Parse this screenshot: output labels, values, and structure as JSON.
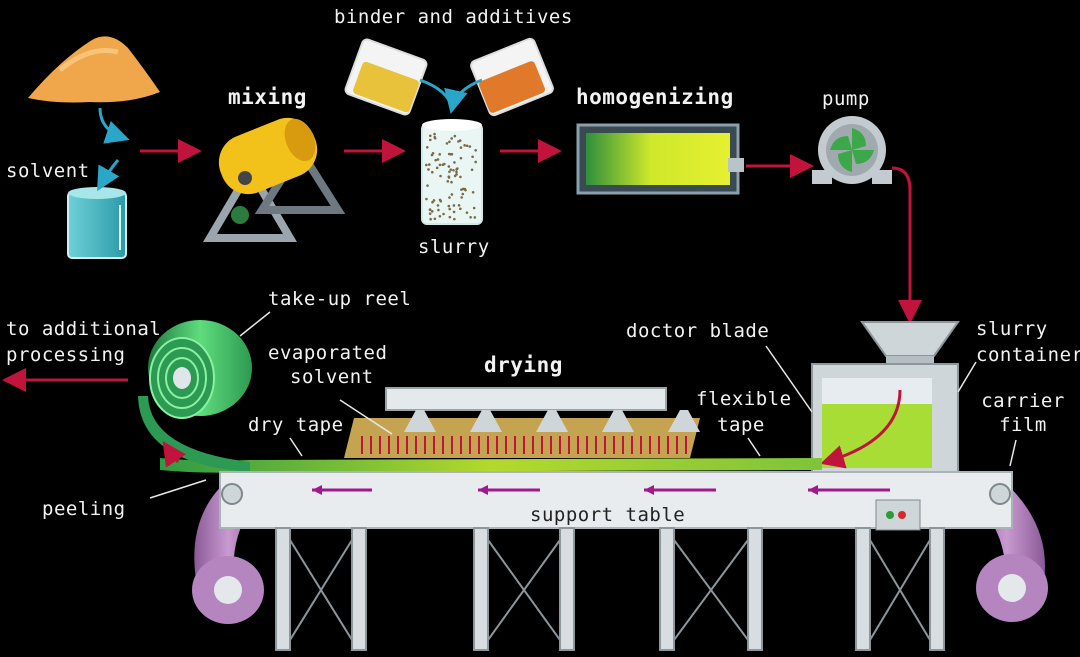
{
  "labels": {
    "binder_additives": "binder and additives",
    "mixing": "mixing",
    "homogenizing": "homogenizing",
    "pump": "pump",
    "solvent": "solvent",
    "slurry": "slurry",
    "take_up_reel": "take-up reel",
    "to_additional_processing_1": "to additional",
    "to_additional_processing_2": "processing",
    "evaporated_solvent_1": "evaporated",
    "evaporated_solvent_2": "solvent",
    "drying": "drying",
    "doctor_blade": "doctor blade",
    "slurry_container_1": "slurry",
    "slurry_container_2": "container",
    "flexible_tape_1": "flexible",
    "flexible_tape_2": "tape",
    "carrier_film_1": "carrier",
    "carrier_film_2": "film",
    "dry_tape": "dry tape",
    "peeling": "peeling",
    "support_table": "support table"
  },
  "colors": {
    "background": "#000000",
    "flow_arrow": "#c0143c",
    "table": "#e9ecef",
    "carrier_film": "#b07fb8",
    "tape_green": "#9ad63a",
    "reel_green": "#3bbf6a",
    "mixer_yellow": "#f2c21a"
  }
}
